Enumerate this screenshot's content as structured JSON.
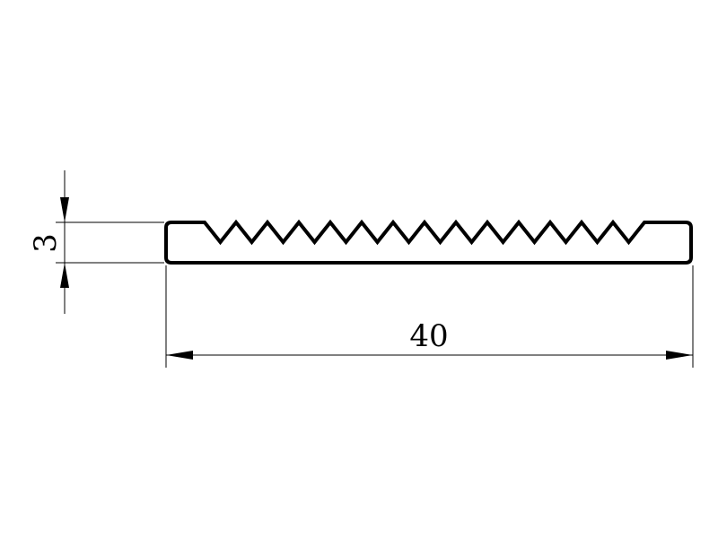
{
  "drawing": {
    "profile": "serrated-strip",
    "serration_teeth": 14,
    "dimensions": {
      "width": {
        "label": "40"
      },
      "thickness": {
        "label": "3"
      }
    }
  }
}
